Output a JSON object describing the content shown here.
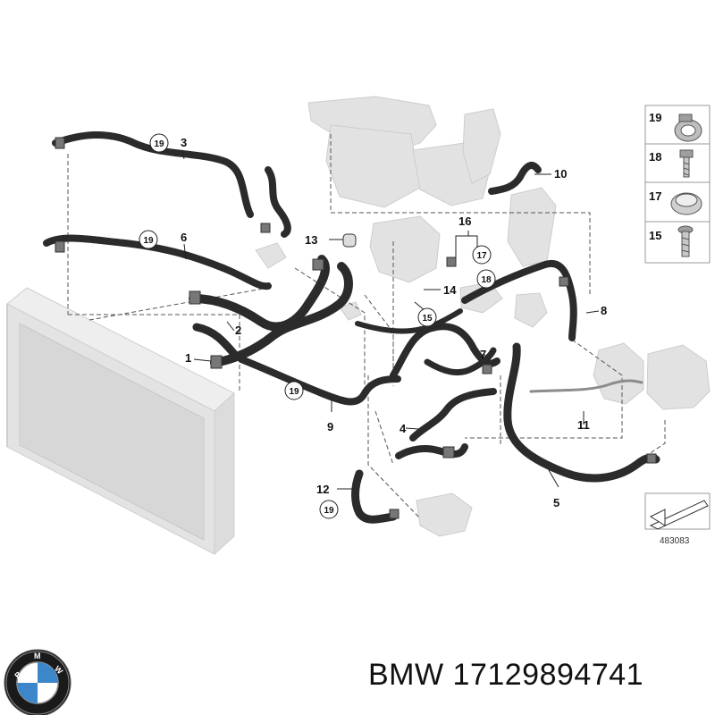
{
  "callouts": {
    "c1": "1",
    "c2": "2",
    "c3": "3",
    "c4": "4",
    "c5": "5",
    "c6": "6",
    "c7": "7",
    "c8": "8",
    "c9": "9",
    "c10": "10",
    "c11": "11",
    "c12": "12",
    "c13": "13",
    "c14": "14",
    "c15": "15",
    "c16": "16",
    "c17": "17",
    "c18": "18",
    "c19": "19"
  },
  "legend": {
    "items": [
      "19",
      "18",
      "17",
      "15"
    ]
  },
  "diagram_id": "483083",
  "footer": {
    "brand": "BMW",
    "part_number": "17129894741",
    "logo_letters": "BMW"
  },
  "colors": {
    "hose": "#2b2b2b",
    "hose_light": "#8c8c8c",
    "part_gray": "#d9d9d9",
    "leader": "#222222",
    "dashed": "#555555"
  }
}
